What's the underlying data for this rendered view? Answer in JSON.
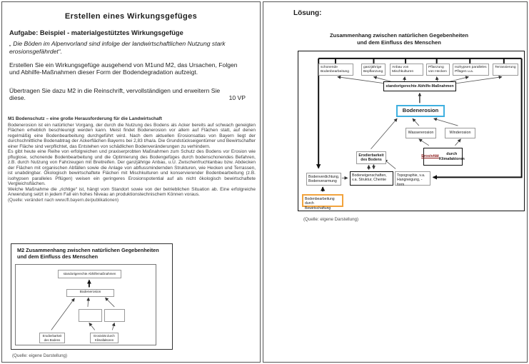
{
  "task": {
    "title": "Erstellen eines Wirkungsgefüges",
    "subtitle": "Aufgabe:  Beispiel  -  materialgestütztes Wirkungsgefüge",
    "quote": "„ Die Böden im Alpenvorland sind infolge der landwirtschaftlichen Nutzung stark erosionsgefährdet“.",
    "instruction1": "Erstellen Sie ein Wirkungsgefüge ausgehend von M1und M2, das Ursachen, Folgen und Abhilfe-Maßnahmen dieser Form der Bodendegradation aufzeigt.",
    "instruction2": "Übertragen Sie dazu M2 in die Reinschrift, vervollständigen und erweitern Sie diese.",
    "points": "10 VP"
  },
  "m1": {
    "heading": "M1 Bodenschutz – eine große Herausforderung  für die Landwirtschaft",
    "para1": "Bodenerosion ist ein natürlicher Vorgang, der durch die Nutzung des Bodens als Acker bereits auf schwach geneigten Flächen erheblich beschleunigt werden kann. Meist findet Bodenerosion vor allem auf Flächen statt, auf denen regelmäßig eine Bodenbearbeitung durchgeführt wird. Nach dem aktuellen Erosionsatlas von Bayern liegt der durchschnittliche Bodenabtrag der Ackerflächen Bayerns bei 2,83 t/ha/a. Die Grundstückseigentümer und Bewirtschafter einer Fläche sind verpflichtet, das Entstehen von schädlichen Bodenveränderungen zu verhindern.",
    "para2": "Es gibt heute eine Reihe von erfolgreichen und praxiserprobten Maßnahmen zum Schutz des Bodens vor Erosion wie pfluglose, schonende Bodenbearbeitung und die Optimierung des Bodengefüges durch bodenschonendes Befahren, z.B. durch Nutzung von Fahrzeugen mit Breitreifen. Der ganzjährige Anbau, u.U. Zwischenfruchtanbau bzw. Abdecken der Flächen mit organischen Abfällen sowie die Anlage von abflussmindernden Strukturen, wie Hecken und Terrassen, ist unabdingbar. Ökologisch bewirtschaftete Flächen mit Mischkulturen und konservierender Bodenbearbeitung (z.B. isohypsen paralleles Pflügen) weisen ein geringeres Erosionspotential auf als nicht ökologisch bewirtschaftete Vergleichsflächen.",
    "para3": "Welche Maßnahme die „richtige“ ist, hängt vom Standort sowie von der betrieblichen Situation ab. Eine erfolgreiche Anwendung setzt in jedem Fall ein hohes Niveau an produktionstechnischem Können voraus.",
    "source": "(Quelle: verändert nach www.lfl.bayern.de/publikationen)"
  },
  "m2": {
    "title": "M2 Zusammenhang zwischen natürlichen Gegebenheiten und dem Einfluss  des Menschen",
    "boxes": {
      "measures": "standortgerechte Abhilfemaßnahmen",
      "erosion": "Bodenerosion",
      "erodibility": "Erodierbarkeit\ndes Bodens",
      "erosivity": "Erosivität durch\nKlimafaktoren"
    },
    "source": "(Quelle: eigene Darstellung)"
  },
  "solution": {
    "heading": "Lösung:",
    "diagram_title": "Zusammenhang zwischen natürlichen Gegebenheiten\nund dem Einfluss des Menschen",
    "measures": [
      "schonende\nBodenbearbeitung",
      "ganzjährige\nBepflanzung",
      "Anbau von\nMischkulturen",
      "Pflanzung\nvon Hecken",
      "Isohypsen paralleles\nPflügen u.a.",
      "Terrassierung"
    ],
    "boxes": {
      "abhilfe": "standortgerechte Abhilfe-Maßnahmen",
      "erosion": "Bodenerosion",
      "water": "Wassererosion",
      "wind": "Winderosion",
      "erosivity_word1": "Erosivität",
      "erosivity_rest": " durch\nKlimafaktoren",
      "erodibility": "Erodierbarkeit\ndes Bodens",
      "compaction": "Bodenverdichtung,\nBodenverarmung",
      "properties": "Bodeneigenschaften,\nv.a. Struktur, Chemie",
      "topography": "Topographie, v.a.\nHangneigung, -form",
      "tillage": "Bodenbearbeitung durch\nBewirtschaftung"
    },
    "source": "(Quelle: eigene Darstellung)",
    "colors": {
      "erosion_border": "#3fb0e0",
      "tillage_border": "#f2a33c",
      "erosivity_text": "#8b1a1a"
    }
  }
}
